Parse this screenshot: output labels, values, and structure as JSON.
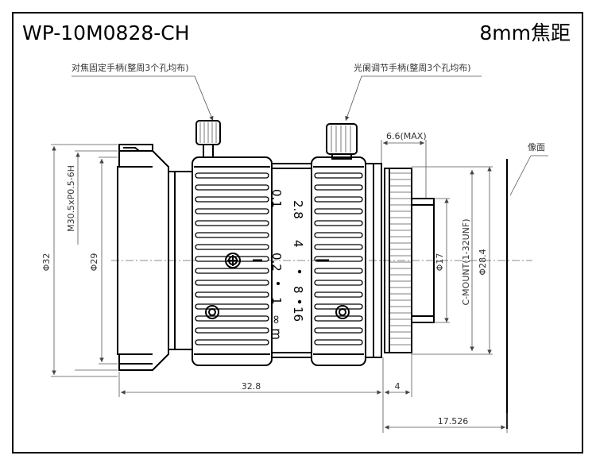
{
  "header": {
    "model": "WP-10M0828-CH",
    "focal": "8mm焦距"
  },
  "notes": {
    "focus_screw": "对焦固定手柄(整周3个孔均布)",
    "iris_screw": "光阑调节手柄(整周3个孔均布)",
    "image_plane": "像面"
  },
  "dimensions": {
    "max_protrusion": "6.6(MAX)",
    "filter_thread": "M30.5xP0.5-6H",
    "outer_diameter": "Φ32",
    "inner_diameter": "Φ29",
    "rear_diameter": "Φ17",
    "mount": "C-MOUNT(1-32UNF)",
    "mount_diameter": "Φ28.4",
    "length": "32.8",
    "mount_length": "4",
    "flange_back": "17.526"
  },
  "scales": {
    "focus": [
      "0.1",
      "0.2",
      "1",
      "∞ m"
    ],
    "aperture": [
      "2.8",
      "4",
      "8",
      "16"
    ]
  }
}
